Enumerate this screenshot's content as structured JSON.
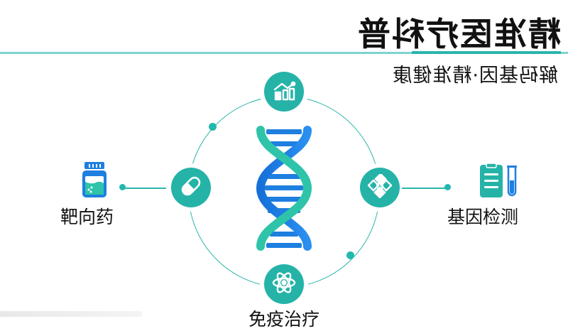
{
  "header": {
    "title": "精准医疗科普",
    "subtitle": "解码基因·精准健康"
  },
  "diagram": {
    "center": {
      "icon": "dna-helix-icon"
    },
    "nodes": [
      {
        "position": "top",
        "icon": "data-analysis-chart-icon"
      },
      {
        "position": "left",
        "icon": "pill-capsule-icon",
        "label": "基因检测",
        "side_icon": "test-tube-clipboard-icon"
      },
      {
        "position": "right",
        "icon": "molecule-network-icon",
        "label": "靶向药",
        "side_icon": "medicine-bottle-icon"
      },
      {
        "position": "bottom",
        "icon": "atom-icon",
        "label": "免疫治疗"
      }
    ]
  },
  "colors": {
    "teal": "#25b3a8",
    "blue": "#1e7fe0",
    "rule": "#7fd3cd",
    "text": "#111111"
  }
}
